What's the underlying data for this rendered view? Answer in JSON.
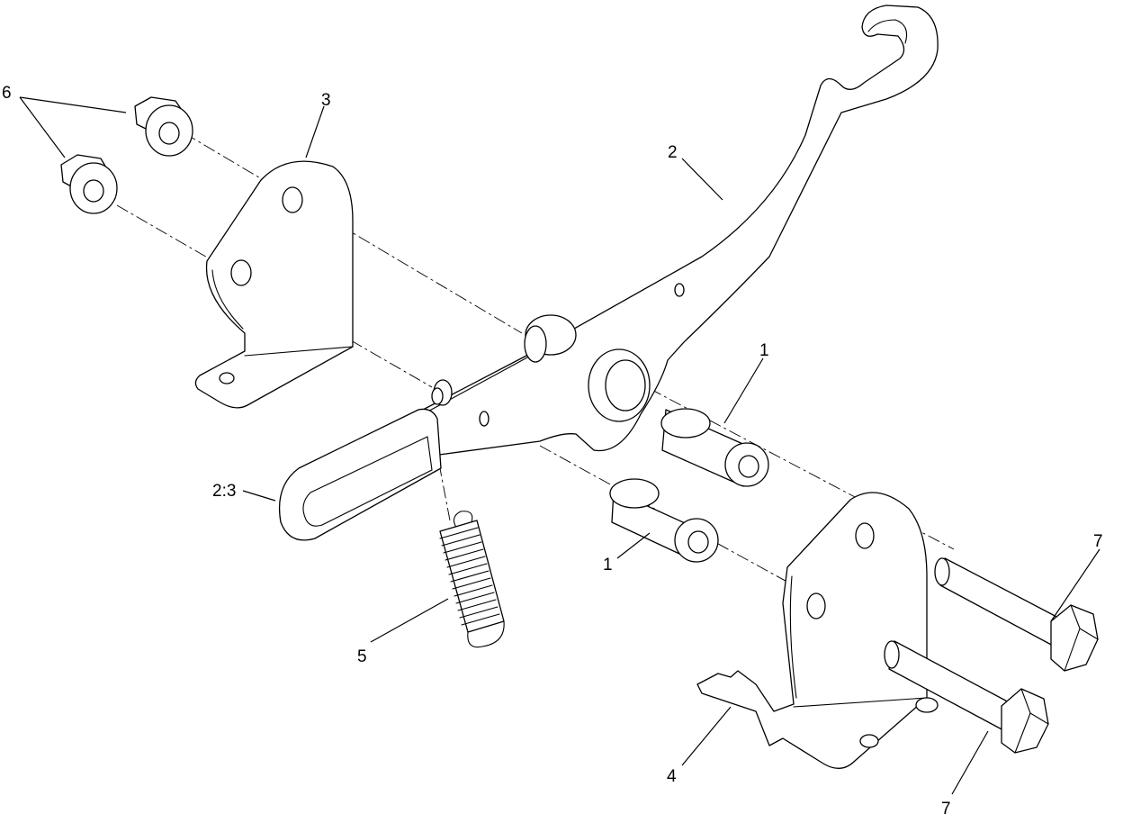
{
  "diagram": {
    "callouts": {
      "c1_upper": "1",
      "c1_lower": "1",
      "c2": "2",
      "c2_3": "2:3",
      "c3": "3",
      "c4": "4",
      "c5": "5",
      "c6": "6",
      "c7_upper": "7",
      "c7_lower": "7"
    },
    "colors": {
      "line": "#000000",
      "background": "#ffffff"
    }
  }
}
